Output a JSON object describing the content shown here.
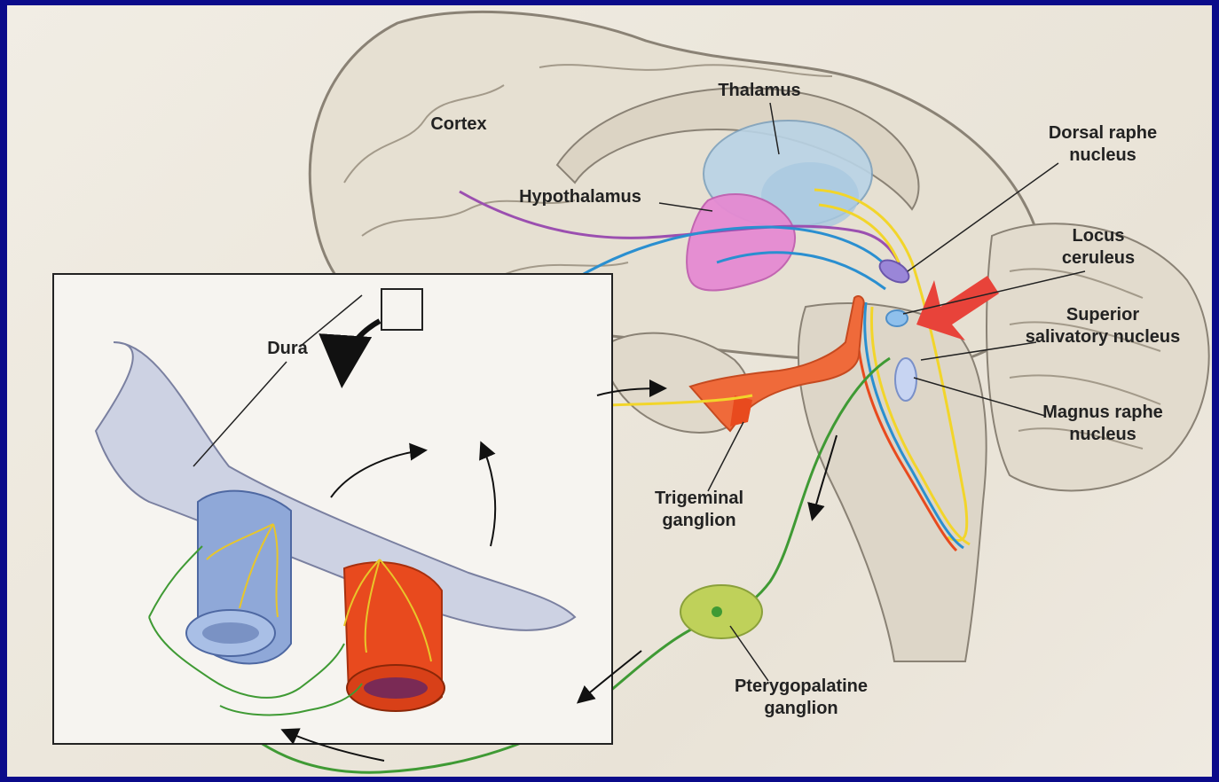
{
  "labels": {
    "thalamus": "Thalamus",
    "cortex": "Cortex",
    "hypothalamus": "Hypothalamus",
    "dorsal_raphe_1": "Dorsal raphe",
    "dorsal_raphe_2": "nucleus",
    "locus_1": "Locus",
    "locus_2": "ceruleus",
    "superior_1": "Superior",
    "superior_2": "salivatory nucleus",
    "magnus_1": "Magnus raphe",
    "magnus_2": "nucleus",
    "dura": "Dura",
    "trigeminal_1": "Trigeminal",
    "trigeminal_2": "ganglion",
    "ptery_1": "Pterygopalatine",
    "ptery_2": "ganglion"
  },
  "colors": {
    "frame_border": "#0b0b8a",
    "pointer_arrow": "#e8433a",
    "sensory_fiber": "#f2d52a",
    "parasympathetic_fiber": "#3f9a34",
    "hypothalamic_fiber": "#9b4fb0",
    "serotonergic_fiber": "#2a8fd0",
    "artery": "#e84a1e",
    "vein": "#8fa8d8"
  }
}
